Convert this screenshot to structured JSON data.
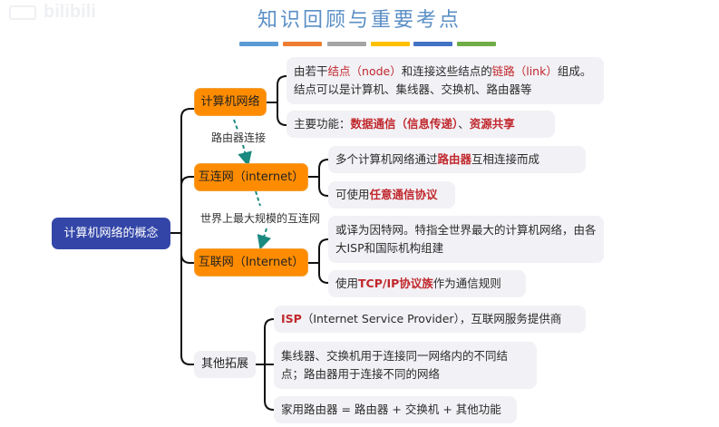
{
  "watermark": "bilibili",
  "header": {
    "title": "知识回顾与重要考点",
    "accent_bars": [
      "#5b9bd5",
      "#ed7d31",
      "#a5a5a5",
      "#ffc000",
      "#4472c4",
      "#70ad47"
    ]
  },
  "colors": {
    "root": "#3346a8",
    "topic": "#ff8c00",
    "leaf_bg": "#f2f1f5",
    "highlight": "#c0282d",
    "relation_arrow": "#1a8a80"
  },
  "mindmap": {
    "root": "计算机网络的概念",
    "topics": [
      {
        "label": "计算机网络",
        "leaves": [
          {
            "parts": [
              {
                "t": "由若干",
                "s": ""
              },
              {
                "t": "结点（node）",
                "s": "hl"
              },
              {
                "t": "和连接这些结点的",
                "s": ""
              },
              {
                "t": "链路（link）",
                "s": "hl"
              },
              {
                "t": "组成。结点可以是计算机、集线器、交换机、路由器等",
                "s": ""
              }
            ]
          },
          {
            "parts": [
              {
                "t": "主要功能：",
                "s": ""
              },
              {
                "t": "数据通信（信息传递）",
                "s": "hlb"
              },
              {
                "t": "、",
                "s": ""
              },
              {
                "t": "资源共享",
                "s": "hlb"
              }
            ]
          }
        ]
      },
      {
        "label": "互连网（internet）",
        "leaves": [
          {
            "parts": [
              {
                "t": "多个计算机网络通过",
                "s": ""
              },
              {
                "t": "路由器",
                "s": "hlb"
              },
              {
                "t": "互相连接而成",
                "s": ""
              }
            ]
          },
          {
            "parts": [
              {
                "t": "可使用",
                "s": ""
              },
              {
                "t": "任意通信协议",
                "s": "hlb"
              }
            ]
          }
        ]
      },
      {
        "label": "互联网（Internet）",
        "leaves": [
          {
            "parts": [
              {
                "t": "或译为因特网。特指全世界最大的计算机网络，由各大ISP和国际机构组建",
                "s": ""
              }
            ]
          },
          {
            "parts": [
              {
                "t": "使用",
                "s": ""
              },
              {
                "t": "TCP/IP协议族",
                "s": "hlb"
              },
              {
                "t": "作为通信规则",
                "s": ""
              }
            ]
          }
        ]
      },
      {
        "label": "其他拓展",
        "leaves": [
          {
            "parts": [
              {
                "t": "ISP",
                "s": "hlb"
              },
              {
                "t": "（Internet Service Provider），互联网服务提供商",
                "s": ""
              }
            ]
          },
          {
            "parts": [
              {
                "t": "集线器、交换机用于连接同一网络内的不同结点；路由器用于连接不同的网络",
                "s": ""
              }
            ]
          },
          {
            "parts": [
              {
                "t": "家用路由器 = 路由器 + 交换机 + 其他功能",
                "s": ""
              }
            ]
          }
        ]
      }
    ],
    "relations": [
      {
        "from": "计算机网络",
        "to": "互连网（internet）",
        "label": "路由器连接"
      },
      {
        "from": "互连网（internet）",
        "to": "互联网（Internet）",
        "label": "世界上最大规模的互连网"
      }
    ]
  }
}
